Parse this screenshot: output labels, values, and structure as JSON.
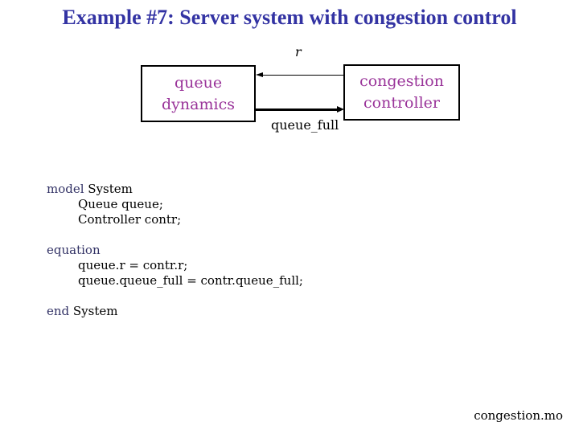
{
  "slide": {
    "title": "Example #7: Server system with congestion control",
    "footer_filename": "congestion.mo"
  },
  "colors": {
    "title_blue": "#3333a3",
    "keyword_navy": "#333366",
    "box_label_magenta": "#993399",
    "text_black": "#000000",
    "background": "#ffffff"
  },
  "diagram": {
    "queue_box_label": "queue dynamics",
    "controller_box_label_line1": "congestion",
    "controller_box_label_line2": "controller",
    "r_arrow_label": "r",
    "queue_full_arrow_label": "queue_full",
    "r_arrow_direction": "controller-to-queue",
    "queue_full_arrow_direction": "queue-to-controller"
  },
  "code": {
    "lines": [
      {
        "keyword": "model",
        "text": " System"
      },
      {
        "text": "Queue queue;"
      },
      {
        "text": "Controller contr;"
      },
      {
        "keyword": "equation",
        "text": ""
      },
      {
        "text": "queue.r = contr.r;"
      },
      {
        "text": "queue.queue_full = contr.queue_full;"
      },
      {
        "keyword": "end",
        "text": " System"
      }
    ]
  }
}
